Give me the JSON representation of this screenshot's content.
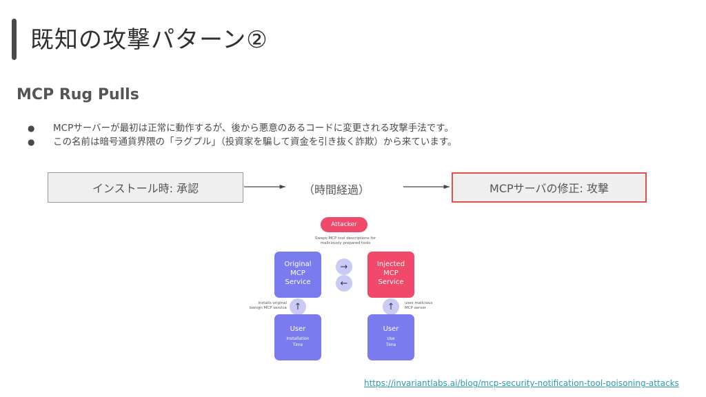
{
  "slide": {
    "title": "既知の攻撃パターン②",
    "subtitle": "MCP Rug Pulls",
    "bullets": [
      "MCPサーバーが最初は正常に動作するが、後から悪意のあるコードに変更される攻撃手法です。",
      "この名前は暗号通貨界隈の「ラグプル」（投資家を騙して資金を引き抜く詐欺）から来ています。"
    ],
    "bullet_symbol": "●",
    "flow": {
      "install_label": "インストール時: 承認",
      "time_label": "（時間経過）",
      "modified_label": "MCPサーバの修正: 攻撃",
      "modified_border_color": "#e0504a"
    },
    "diagram": {
      "attacker_label": "Attacker",
      "attacker_note_line1": "Swaps MCP tool descriptions for",
      "attacker_note_line2": "maliciously prepared tools",
      "original_line1": "Original",
      "original_line2": "MCP",
      "original_line3": "Service",
      "injected_line1": "Injected",
      "injected_line2": "MCP",
      "injected_line3": "Service",
      "swap_right_icon": "→",
      "swap_left_icon": "←",
      "up_icon": "↑",
      "left_note_line1": "installs original",
      "left_note_line2": "benign MCP service",
      "right_note_line1": "uses malicious",
      "right_note_line2": "MCP server",
      "user_left_title": "User",
      "user_left_sub1": "Installation",
      "user_left_sub2": "Time",
      "user_right_title": "User",
      "user_right_sub1": "Use",
      "user_right_sub2": "Time",
      "purple": "#7b7bf0",
      "pink": "#f0496a"
    },
    "link_text": "https://invariantlabs.ai/blog/mcp-security-notification-tool-poisoning-attacks"
  }
}
